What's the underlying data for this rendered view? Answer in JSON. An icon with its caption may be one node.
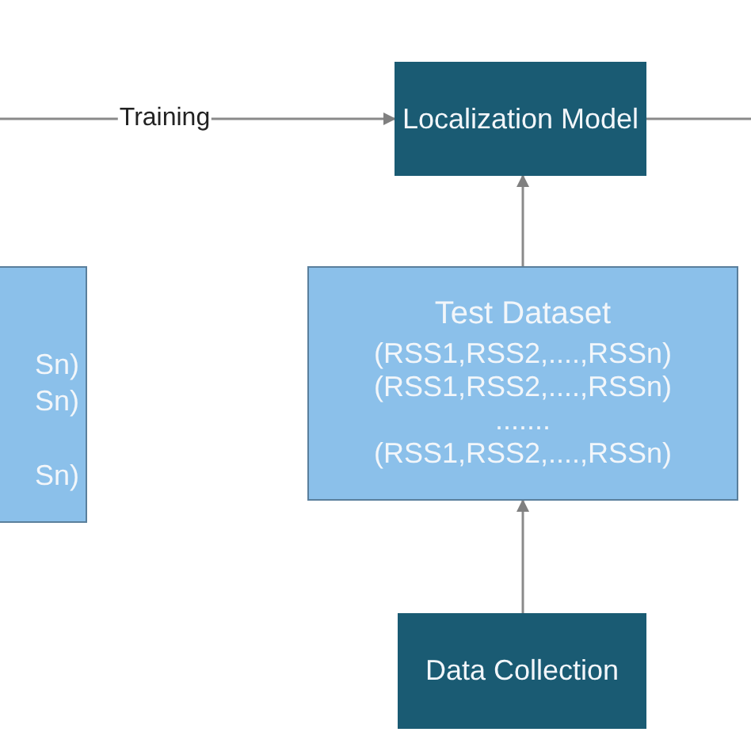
{
  "diagram": {
    "nodes": [
      {
        "text": [
          "Localization Model"
        ]
      },
      {
        "text": [
          "Sn)",
          "Sn)",
          "Sn)"
        ]
      },
      {
        "text": [
          "Test Dataset",
          "(RSS1,RSS2,....,RSSn)",
          "(RSS1,RSS2,....,RSSn)",
          ".......",
          "(RSS1,RSS2,....,RSSn)"
        ]
      },
      {
        "text": [
          "Data Collection"
        ]
      }
    ],
    "edges": [
      {
        "from": null,
        "to": 0,
        "arrow": "to",
        "label": "Training"
      },
      {
        "from": 0,
        "to": null,
        "arrow": "none"
      },
      {
        "from": 2,
        "to": 0,
        "arrow": "to"
      },
      {
        "from": 3,
        "to": 2,
        "arrow": "to"
      }
    ]
  }
}
